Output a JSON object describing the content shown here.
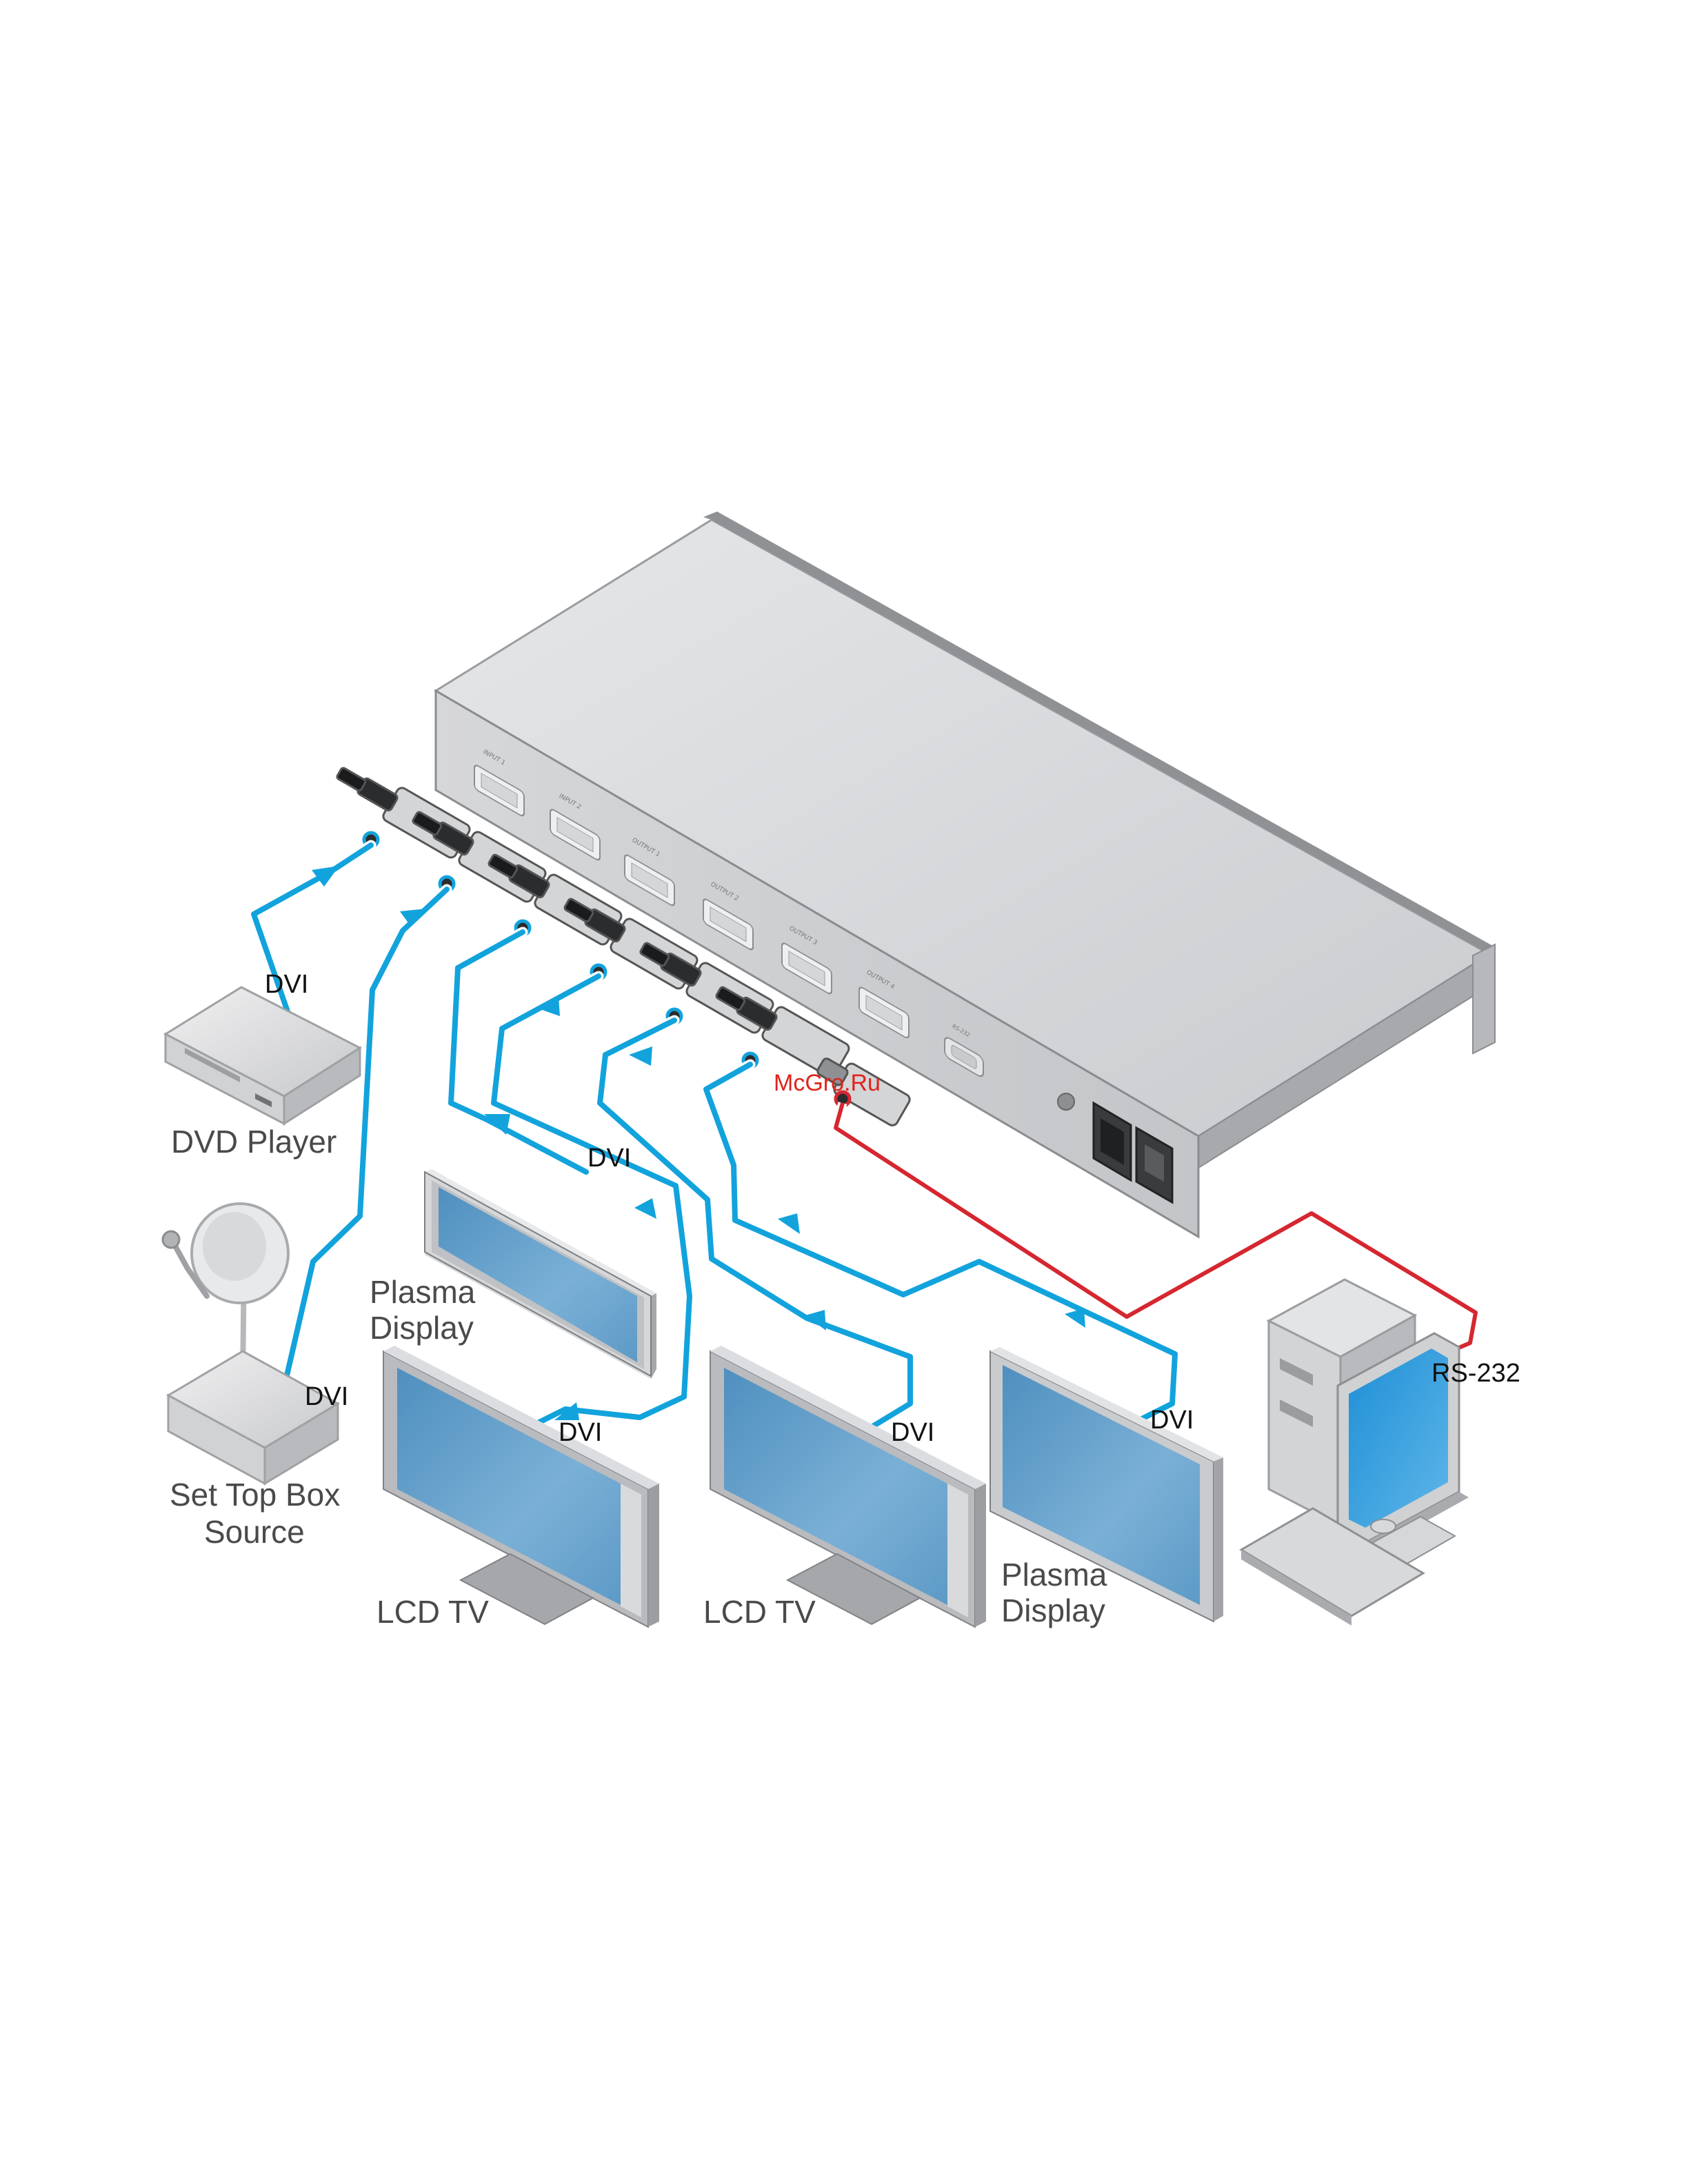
{
  "watermark": "McGro.Ru",
  "cable_color": "#12a3dc",
  "rs232_color": "#d52730",
  "sources": {
    "dvd_player": {
      "label": "DVD Player",
      "cable_label": "DVI"
    },
    "set_top_box": {
      "label_line1": "Set Top Box",
      "label_line2": "Source",
      "cable_label": "DVI"
    }
  },
  "displays": [
    {
      "label_line1": "Plasma",
      "label_line2": "Display",
      "cable_label": "DVI"
    },
    {
      "label_line1": "LCD TV",
      "cable_label": "DVI"
    },
    {
      "label_line1": "LCD TV",
      "cable_label": "DVI"
    },
    {
      "label_line1": "Plasma",
      "label_line2": "Display",
      "cable_label": "DVI"
    }
  ],
  "controller": {
    "cable_label": "RS-232"
  },
  "device_ports": [
    "INPUT 1",
    "INPUT 2",
    "OUTPUT 1",
    "OUTPUT 2",
    "OUTPUT 3",
    "OUTPUT 4",
    "RS-232"
  ]
}
